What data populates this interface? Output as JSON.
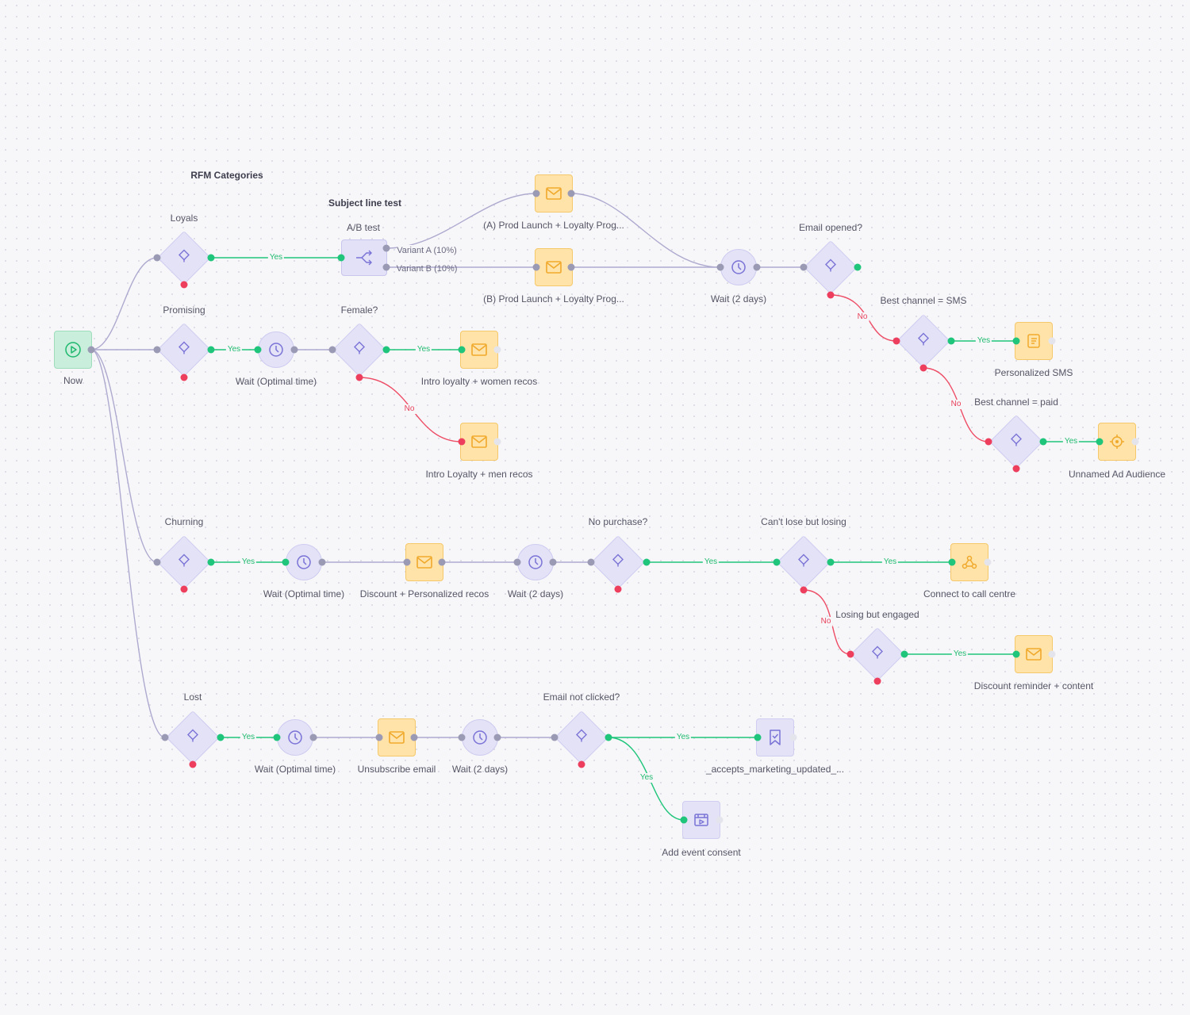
{
  "colors": {
    "background": "#f7f7fa",
    "edge": "#aeaacf",
    "yes": "#1fc57a",
    "no": "#ee3e5d",
    "email_fill": "#ffe3a8",
    "node_fill": "#e3e2f7",
    "start_fill": "#c9efdc"
  },
  "headings": {
    "rfm": "RFM Categories",
    "subject": "Subject line test"
  },
  "edge_labels": {
    "yes": "Yes",
    "no": "No"
  },
  "start": {
    "label": "Now",
    "icon": "play-icon"
  },
  "loyals": {
    "split_label": "Loyals",
    "ab_label": "A/B test",
    "variant_a": "Variant A (10%)",
    "variant_b": "Variant B (10%)",
    "email_a": "(A) Prod Launch + Loyalty Prog...",
    "email_b": "(B) Prod Launch + Loyalty Prog...",
    "wait": "Wait (2 days)",
    "opened": "Email opened?",
    "best_sms": "Best channel = SMS",
    "sms": "Personalized SMS",
    "best_paid": "Best channel = paid",
    "ad": "Unnamed Ad Audience"
  },
  "promising": {
    "split_label": "Promising",
    "wait": "Wait (Optimal time)",
    "female": "Female?",
    "email_women": "Intro loyalty + women recos",
    "email_men": "Intro Loyalty + men recos"
  },
  "churning": {
    "split_label": "Churning",
    "wait1": "Wait (Optimal time)",
    "email": "Discount + Personalized recos",
    "wait2": "Wait (2 days)",
    "no_purchase": "No purchase?",
    "cant_lose": "Can't lose but losing",
    "call": "Connect to call centre",
    "losing_engaged": "Losing but engaged",
    "email_reminder": "Discount reminder + content"
  },
  "lost": {
    "split_label": "Lost",
    "wait1": "Wait (Optimal time)",
    "email": "Unsubscribe email",
    "wait2": "Wait (2 days)",
    "not_clicked": "Email not clicked?",
    "marketing": "_accepts_marketing_updated_...",
    "consent": "Add event consent"
  }
}
